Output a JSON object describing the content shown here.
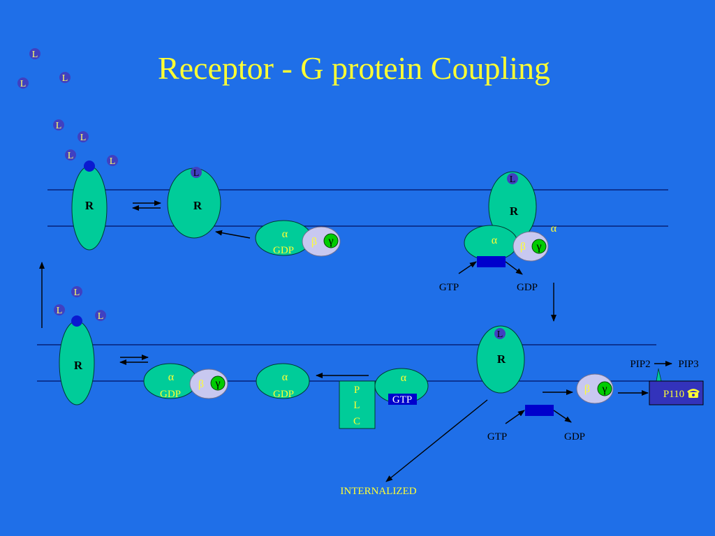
{
  "title": "Receptor - G protein Coupling",
  "labels": {
    "L": "L",
    "R": "R",
    "alpha": "α",
    "beta": "β",
    "gamma": "γ",
    "gdp": "GDP",
    "gtp": "GTP",
    "plc_p": "P",
    "plc_l": "L",
    "plc_c": "C",
    "pip2": "PIP2",
    "pip3": "PIP3",
    "p110": "P110",
    "internalized": "INTERNALIZED"
  },
  "colors": {
    "background": "#1f6fe8",
    "title": "#ffff33",
    "receptor": "#00cc99",
    "ligand": "#4040c0",
    "beta_gamma_disc": "#c8c8f0",
    "gamma_circle": "#00cc00",
    "gtp_box": "#0000cc",
    "p110_box": "#3333bb"
  },
  "icons": {
    "phone": "telephone-icon"
  }
}
